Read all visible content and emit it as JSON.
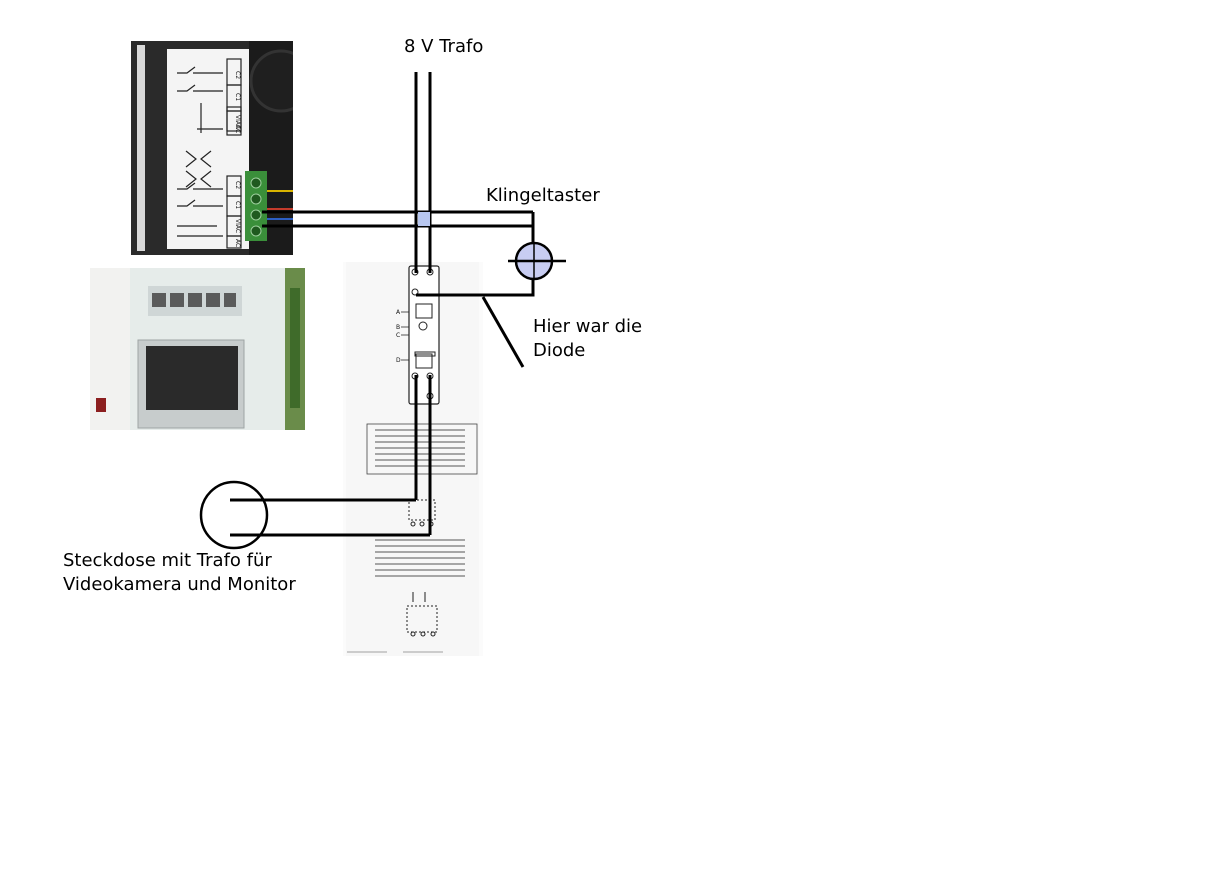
{
  "labels": {
    "trafo": "8 V Trafo",
    "klingeltaster": "Klingeltaster",
    "diode": "Hier war die\nDiode",
    "steckdose": "Steckdose mit Trafo für\nVideokamera und Monitor"
  },
  "terminal_labels": [
    "C2",
    "C1",
    "VIAC",
    "AC"
  ],
  "relay_labels": [
    "A",
    "B",
    "C",
    "D"
  ],
  "colors": {
    "wire": "#000000",
    "button_fill": "#c8cdf2",
    "panel_dark": "#262626",
    "terminal_green": "#3a8f3a"
  }
}
